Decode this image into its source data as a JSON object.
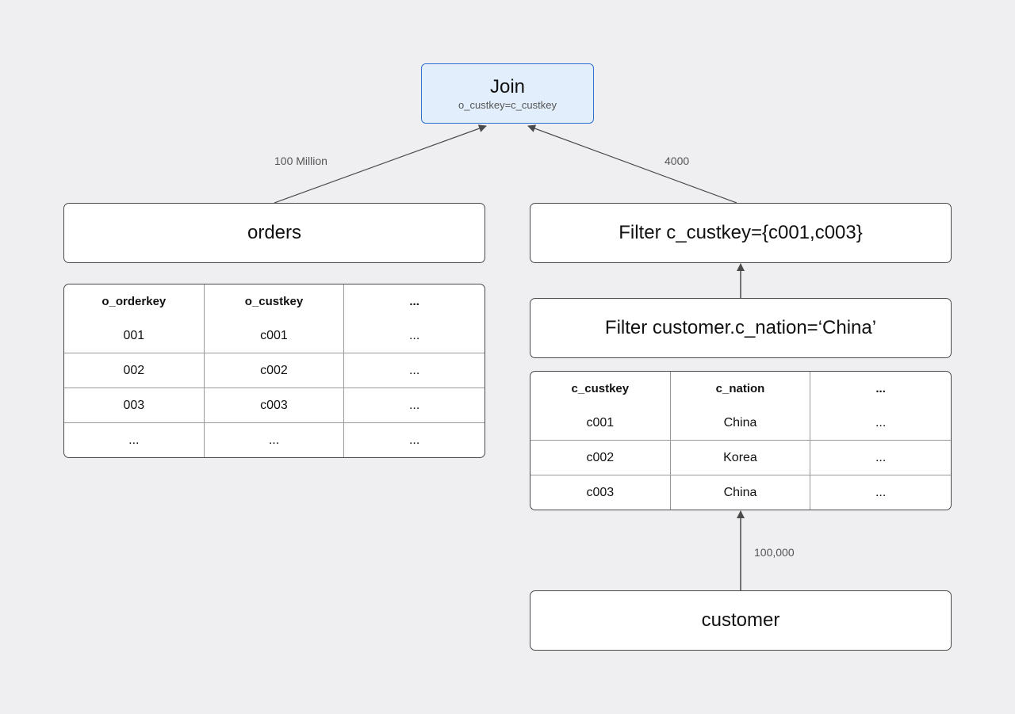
{
  "join": {
    "title": "Join",
    "condition": "o_custkey=c_custkey"
  },
  "orders": {
    "label": "orders",
    "table": {
      "headers": [
        "o_orderkey",
        "o_custkey",
        "..."
      ],
      "rows": [
        [
          "001",
          "c001",
          "..."
        ],
        [
          "002",
          "c002",
          "..."
        ],
        [
          "003",
          "c003",
          "..."
        ],
        [
          "...",
          "...",
          "..."
        ]
      ]
    }
  },
  "filter_custkey": {
    "label": "Filter c_custkey={c001,c003}"
  },
  "filter_nation": {
    "label": "Filter customer.c_nation=‘China’"
  },
  "customer": {
    "label": "customer",
    "table": {
      "headers": [
        "c_custkey",
        "c_nation",
        "..."
      ],
      "rows": [
        [
          "c001",
          "China",
          "..."
        ],
        [
          "c002",
          "Korea",
          "..."
        ],
        [
          "c003",
          "China",
          "..."
        ]
      ]
    }
  },
  "edge_labels": {
    "orders_to_join": "100 Million",
    "filter_to_join": "4000",
    "customer_to_filter": "100,000"
  },
  "colors": {
    "join_fill": "#e2eefb",
    "join_border": "#2f6fd1",
    "edge": "#4a4a4a",
    "background": "#efeff1"
  }
}
